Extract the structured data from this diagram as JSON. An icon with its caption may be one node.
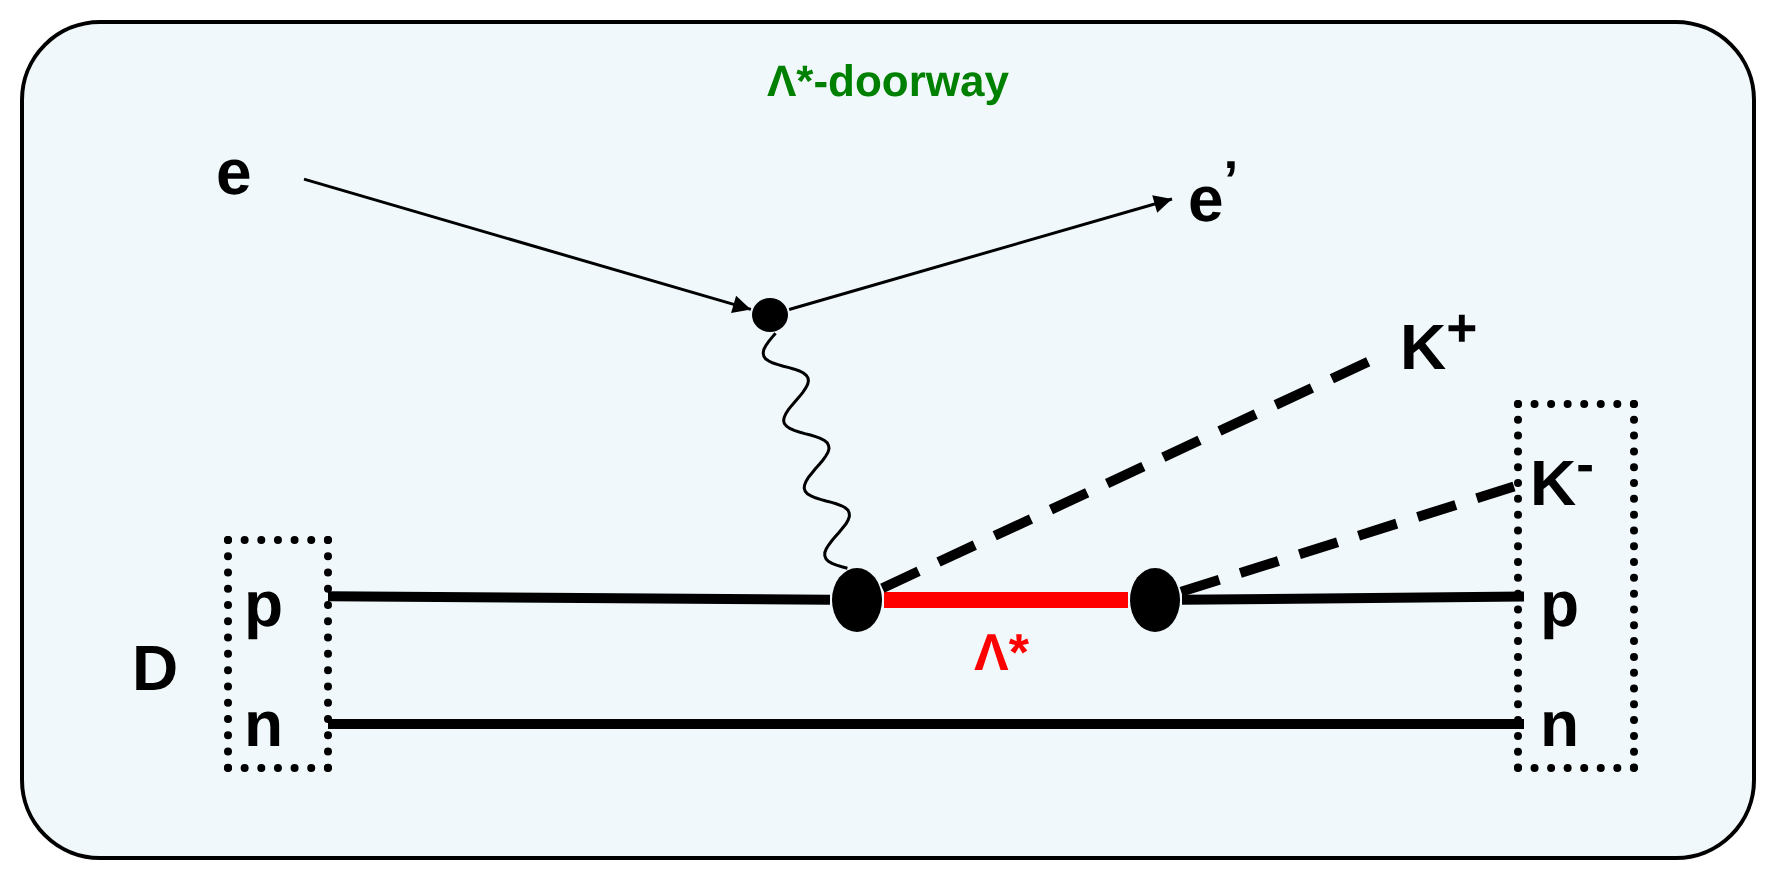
{
  "diagram": {
    "nodes": [
      {
        "text": [
          "Λ*-doorway"
        ]
      },
      {
        "text": [
          "e"
        ],
        "in": 0
      },
      {
        "text": [
          "e$^{’}$"
        ],
        "in": 0
      },
      {
        "text": [],
        "shape": "circle",
        "in": 0
      },
      {
        "text": [],
        "shape": "box",
        "in": 0,
        "beside": [
          "D"
        ]
      },
      {
        "text": [
          "p"
        ],
        "in": 4
      },
      {
        "text": [
          "n"
        ],
        "in": 4
      },
      {
        "text": [],
        "shape": "circle",
        "in": 0
      },
      {
        "text": [],
        "shape": "circle",
        "in": 0
      },
      {
        "text": [
          "K$^{+}$"
        ],
        "in": 0
      },
      {
        "text": [],
        "shape": "box",
        "in": 0
      },
      {
        "text": [
          "K$^{-}$"
        ],
        "in": 10
      },
      {
        "text": [
          "p"
        ],
        "in": 10
      },
      {
        "text": [
          "n"
        ],
        "in": 10
      }
    ],
    "edges": [
      {
        "from": 1,
        "to": 3,
        "arrow": "to"
      },
      {
        "from": 3,
        "to": 2,
        "arrow": "to"
      },
      {
        "from": 3,
        "to": 7,
        "arrow": "none"
      },
      {
        "from": 5,
        "to": 7,
        "arrow": "none"
      },
      {
        "from": 7,
        "to": 8,
        "arrow": "none",
        "color": "#ff0000",
        "label": "Λ*"
      },
      {
        "from": 7,
        "to": 9,
        "arrow": "none",
        "style": "dashed"
      },
      {
        "from": 8,
        "to": 12,
        "arrow": "none"
      },
      {
        "from": 8,
        "to": 11,
        "arrow": "none",
        "style": "dashed"
      },
      {
        "from": 6,
        "to": 13,
        "arrow": "none"
      }
    ]
  }
}
